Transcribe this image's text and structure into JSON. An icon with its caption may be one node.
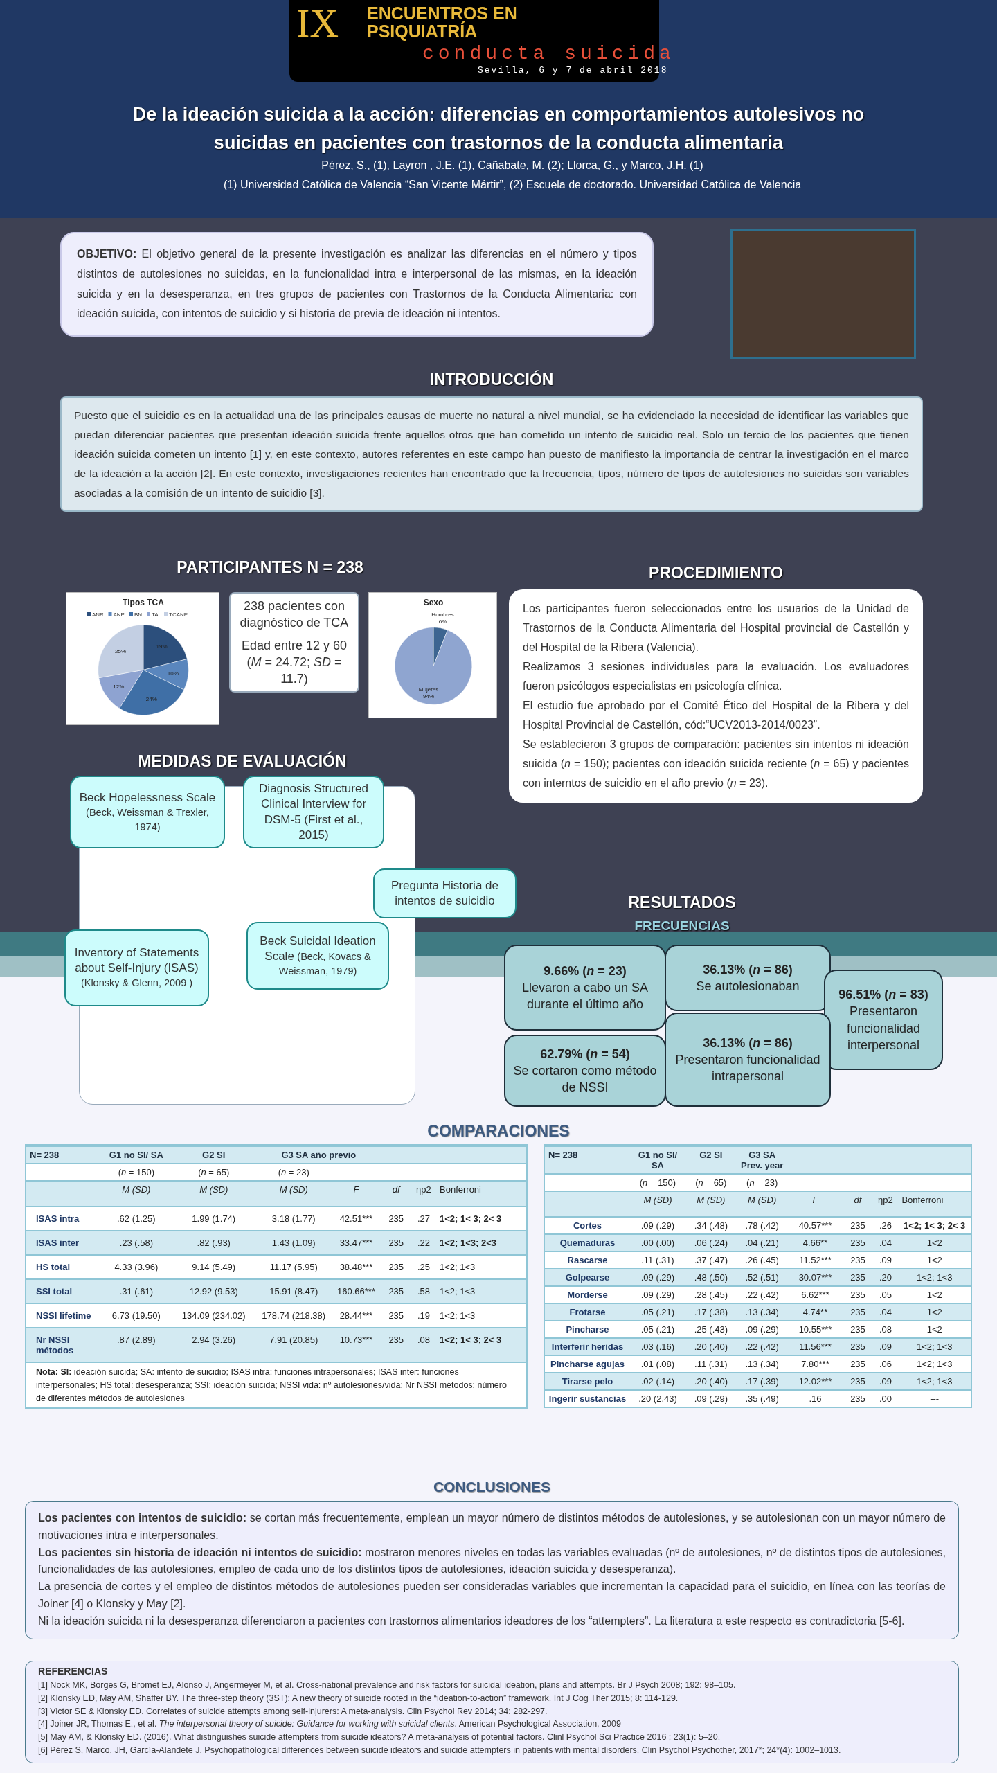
{
  "diagram": {
    "title": "De la ideación suicida a la acción: diferencias en comportamientos autolesivos no suicidas en pacientes con trastornos de la conducta alimentaria",
    "nodes": [
      {
        "text": [
          "**OBJETIVO:** El objetivo general de la presente investigación es analizar las diferencias en el número y tipos distintos de autolesiones no suicidas, en la funcionalidad intra e interpersonal de las mismas, en la ideación suicida y en la desesperanza, en tres grupos de pacientes con Trastornos de la Conducta Alimentaria: con ideación suicida, con intentos de suicidio y si historia de previa de ideación ni intentos."
        ]
      },
      {
        "text": [
          "INTRODUCCIÓN",
          "Puesto que el suicidio es en la actualidad una de las principales causas de muerte no natural a nivel mundial, se ha evidenciado la necesidad de identificar las variables que puedan diferenciar pacientes que presentan ideación suicida frente aquellos otros que han cometido un intento de suicidio real. Solo un tercio de los pacientes que tienen ideación suicida cometen un intento [1] y, en este contexto, autores referentes en este campo han puesto de manifiesto la importancia de centrar la investigación en el marco de la ideación a la acción [2]. En este contexto, investigaciones recientes han encontrado que la frecuencia, tipos, número de tipos de autolesiones no suicidas son variables asociadas a la comisión de un intento de suicidio [3]."
        ]
      },
      {
        "text": [
          "238 pacientes con diagnóstico de TCA",
          "Edad entre 12 y 60 (*M* = 24.72; *SD* = 11.7)"
        ]
      },
      {
        "text": [
          "PROCEDIMIENTO",
          "Los participantes fueron seleccionados entre los usuarios de la Unidad de Trastornos de la Conducta Alimentaria del Hospital provincial de Castellón y del Hospital de la Ribera (Valencia).",
          "Realizamos 3 sesiones individuales para la evaluación. Los evaluadores fueron psicólogos especialistas en psicología clínica.",
          "El estudio fue aprobado por el Comité Ético del Hospital de la Ribera y del Hospital Provincial de Castellón, cód:“UCV2013-2014/0023”.",
          "Se establecieron 3 grupos de comparación: pacientes sin intentos ni ideación suicida (*n* = 150); pacientes con ideación suicida reciente (*n* = 65) y pacientes con interntos de suicidio en el año previo (*n* = 23)."
        ]
      },
      {
        "text": [
          "MEDIDAS DE EVALUACIÓN"
        ]
      },
      {
        "text": [
          "Beck Hopelessness Scale",
          "(Beck, Weissman & Trexler, 1974)"
        ]
      },
      {
        "text": [
          "Diagnosis Structured Clinical Interview for DSM-5 (First et al., 2015)"
        ]
      },
      {
        "text": [
          "Pregunta Historia de intentos de suicidio"
        ]
      },
      {
        "text": [
          "Inventory of Statements about Self-Injury (ISAS)",
          "(Klonsky & Glenn, 2009 )"
        ]
      },
      {
        "text": [
          "Beck Suicidal Ideation Scale",
          "(Beck, Kovacs & Weissman, 1979)"
        ],
        "in": 4
      },
      {
        "text": [
          "9.66% (*n* = 23)",
          "Llevaron a cabo un SA durante el último año"
        ]
      },
      {
        "text": [
          "36.13% (*n* = 86)",
          "Se autolesionaban"
        ]
      },
      {
        "text": [
          "96.51% (*n* = 83)",
          "Presentaron funcionalidad interpersonal"
        ]
      },
      {
        "text": [
          "62.79% (*n* = 54)",
          "Se cortaron como método de NSSI"
        ]
      },
      {
        "text": [
          "36.13% (*n* = 86)",
          "Presentaron funcionalidad intrapersonal"
        ]
      },
      {
        "text": [
          "N= 238",
          "G1 no SI/ SA",
          "G2 SI",
          "G3 SA año previo",
          "(*n* = 150)",
          "(*n* = 65)",
          "(*n* = 23)",
          "M (SD)",
          "M (SD)",
          "M (SD)",
          "F",
          "df",
          "ηp2",
          "Bonferroni",
          "ISAS intra",
          ".62 (1.25)",
          "1.99 (1.74)",
          "3.18 (1.77)",
          "42.51***",
          "235",
          ".27",
          "1<2; 1< 3; 2< 3",
          "ISAS inter",
          ".23 (.58)",
          ".82 (.93)",
          "1.43 (1.09)",
          "33.47***",
          "235",
          ".22",
          "1<2; 1<3; 2<3",
          "HS total",
          "4.33 (3.96)",
          "9.14 (5.49)",
          "11.17 (5.95)",
          "38.48***",
          "235",
          ".25",
          "1<2; 1<3",
          "SSI total",
          ".31 (.61)",
          "12.92 (9.53)",
          "15.91 (8.47)",
          "160.66***",
          "235",
          ".58",
          "1<2; 1<3",
          "NSSI lifetime",
          "6.73 (19.50)",
          "134.09 (234.02)",
          "178.74 (218.38)",
          "28.44***",
          "235",
          ".19",
          "1<2; 1<3",
          "Nr NSSI métodos",
          ".87 (2.89)",
          "2.94 (3.26)",
          "7.91 (20.85)",
          "10.73***",
          "235",
          ".08",
          "1<2; 1< 3; 2< 3",
          "**Nota: SI:** ideación suicida; SA: intento de suicidio; ISAS intra: funciones intrapersonales; ISAS inter: funciones interpersonales; HS total: desesperanza; SSI: ideación suicida; NSSI vida: nº autolesiones/vida; Nr NSSI métodos: número de diferentes métodos de autolesiones"
        ]
      },
      {
        "text": [
          "N= 238",
          "G1 no SI/ SA",
          "G2 SI",
          "G3 SA Prev. year",
          "(*n* = 150)",
          "(*n* = 65)",
          "(*n* = 23)",
          "M (SD)",
          "M (SD)",
          "M (SD)",
          "F",
          "df",
          "ηp2",
          "Bonferroni",
          "Cortes",
          ".09 (.29)",
          ".34 (.48)",
          ".78 (.42)",
          "40.57***",
          "235",
          ".26",
          "1<2; 1< 3; 2< 3",
          "Quemaduras",
          ".00 (.00)",
          ".06 (.24)",
          ".04 (.21)",
          "4.66**",
          "235",
          ".04",
          "1<2",
          "Rascarse",
          ".11 (.31)",
          ".37 (.47)",
          ".26 (.45)",
          "11.52***",
          "235",
          ".09",
          "1<2",
          "Golpearse",
          ".09 (.29)",
          ".48 (.50)",
          ".52 (.51)",
          "30.07***",
          "235",
          ".20",
          "1<2; 1<3",
          "Morderse",
          ".09 (.29)",
          ".28 (.45)",
          ".22 (.42)",
          "6.62***",
          "235",
          ".05",
          "1<2",
          "Frotarse",
          ".05 (.21)",
          ".17 (.38)",
          ".13 (.34)",
          "4.74**",
          "235",
          ".04",
          "1<2",
          "Pincharse",
          ".05 (.21)",
          ".25 (.43)",
          ".09 (.29)",
          "10.55***",
          "235",
          ".08",
          "1<2",
          "Interferir heridas",
          ".03 (.16)",
          ".20 (.40)",
          ".22 (.42)",
          "11.56***",
          "235",
          ".09",
          "1<2; 1<3",
          "Pincharse agujas",
          ".01 (.08)",
          ".11 (.31)",
          ".13 (.34)",
          "7.80***",
          "235",
          ".06",
          "1<2; 1<3",
          "Tirarse pelo",
          ".02 (.14)",
          ".20 (.40)",
          ".17 (.39)",
          "12.02***",
          "235",
          ".09",
          "1<2; 1<3",
          "Ingerir sustancias",
          ".20 (2.43)",
          ".09 (.29)",
          ".35 (.49)",
          ".16",
          "235",
          ".00",
          "---"
        ]
      },
      {
        "text": [
          "CONCLUSIONES",
          "**Los pacientes con intentos de suicidio:** se cortan más frecuentemente, emplean un mayor número de distintos métodos de autolesiones, y se autolesionan con un mayor número de motivaciones intra e interpersonales.",
          "**Los pacientes sin historia de ideación ni intentos de suicidio:** mostraron menores niveles en todas las variables evaluadas (nº de autolesiones, nº de distintos tipos de autolesiones, funcionalidades de las autolesiones, empleo de cada uno de los distintos tipos de autolesiones, ideación suicida y desesperanza).",
          "La presencia de cortes y el empleo de distintos métodos de autolesiones pueden ser consideradas variables que incrementan la capacidad para el suicidio, en línea con las teorías de Joiner [4] o Klonsky y May [2].",
          "Ni la ideación suicida ni la desesperanza diferenciaron a pacientes con trastornos alimentarios ideadores de los “attempters”. La literatura a este respecto es contradictoria [5-6]."
        ]
      },
      {
        "text": [
          "REFERENCIAS",
          "[1] Nock MK, Borges G, Bromet EJ, Alonso J, Angermeyer M, et al. Cross-national prevalence and risk factors for suicidal ideation, plans and attempts. Br J Psych 2008; 192: 98–105.",
          "[2] Klonsky ED, May AM, Shaffer BY. The three-step theory (3ST): A new theory of suicide rooted in the “ideation-to-action” framework. Int J Cog Ther 2015; 8: 114-129.",
          "[3] Victor SE & Klonsky ED. Correlates of suicide attempts among self-injurers: A meta-analysis. Clin Psychol Rev 2014; 34: 282-297.",
          "[4] Joiner JR, Thomas E., et al. *The interpersonal theory of suicide: Guidance for working with suicidal clients*. American Psychological Association, 2009",
          "[5] May AM, & Klonsky ED. (2016). What distinguishes suicide attempters from suicide ideators? A meta-analysis of potential factors. Clinl Psychol Sci Practice 2016 ; 23(1): 5–20.",
          "[6] Pérez S, Marco, JH, García-Alandete J. Psychopathological differences between suicide ideators and suicide attempters in patients with mental disorders. Clin Psychol Psychother, 2017*; 24*(4): 1002–1013."
        ]
      }
    ],
    "labels": [
      "IX",
      "ENCUENTROS EN PSIQUIATRÍA",
      "conducta suicida",
      "Sevilla, 6 y 7 de abril 2018",
      "Pérez, S., (1), Layron , J.E. (1), Cañabate, M. (2); Llorca, G., y Marco, J.H. (1)",
      "(1) Universidad Católica de Valencia “San Vicente Mártir”, (2) Escuela de doctorado. Universidad Católica de Valencia",
      "PARTICIPANTES N = 238",
      "RESULTADOS",
      "FRECUENCIAS",
      "COMPARACIONES"
    ],
    "chart_data": [
      {
        "type": "pie",
        "title": "Tipos TCA",
        "categories": [
          "ANR",
          "ANP",
          "BN",
          "TA",
          "TCANE"
        ],
        "values": [
          19,
          10,
          24,
          12,
          25
        ],
        "value_labels": [
          "19%",
          "10%",
          "24%",
          "12%",
          "25%"
        ],
        "legend": "top"
      },
      {
        "type": "pie",
        "title": "Sexo",
        "categories": [
          "Hombres",
          "Mujeres"
        ],
        "values": [
          6,
          94
        ],
        "value_labels": [
          "6%",
          "94%"
        ]
      }
    ]
  }
}
